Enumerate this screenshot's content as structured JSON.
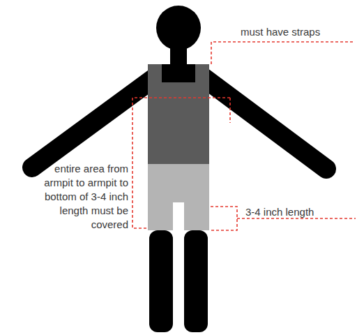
{
  "diagram": {
    "labels": [
      "must have straps",
      "entire area from armpit to armpit to bottom of 3-4 inch length must be covered",
      "3-4 inch length"
    ]
  }
}
